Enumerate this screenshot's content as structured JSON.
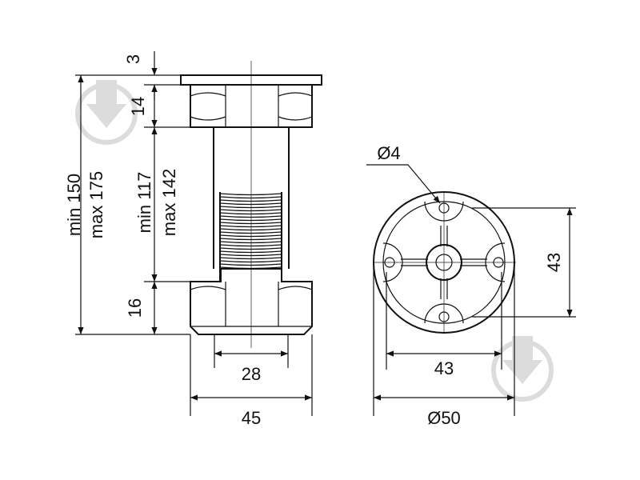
{
  "labels": {
    "cap_height": "3",
    "nut_height": "14",
    "base_height": "16",
    "overall_min": "min 150",
    "overall_max": "max 175",
    "shaft_min": "min 117",
    "shaft_max": "max 142",
    "thread_width": "28",
    "base_width": "45",
    "hole_diameter": "Ø4",
    "hole_spacing_vertical": "43",
    "hole_spacing_horizontal": "43",
    "outer_diameter": "Ø50"
  },
  "colors": {
    "line": "#111111",
    "watermark": "#dcdcdc"
  },
  "icons": {
    "watermark": "download-arrow-circle-icon"
  }
}
